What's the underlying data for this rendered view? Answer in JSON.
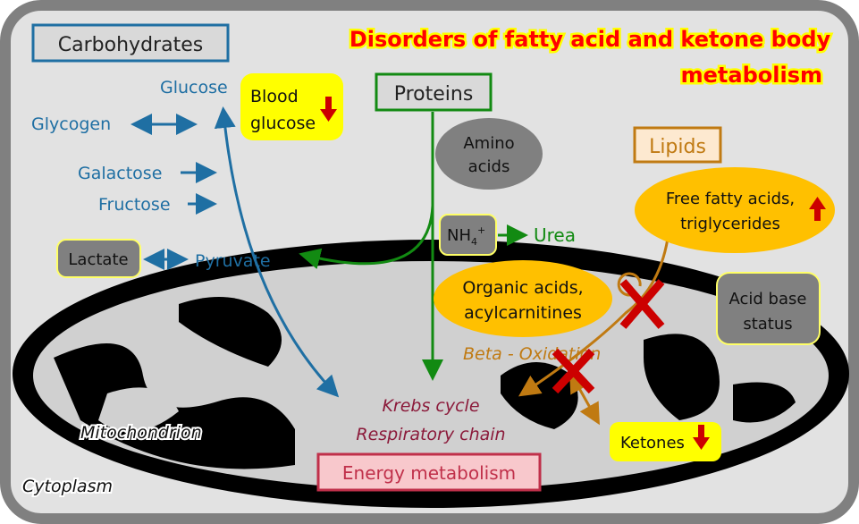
{
  "title_lines": [
    "Disorders of fatty acid and ketone body",
    "metabolism"
  ],
  "boxes": {
    "carbohydrates": "Carbohydrates",
    "proteins": "Proteins",
    "lipids": "Lipids",
    "energy": "Energy metabolism"
  },
  "carbs": {
    "glucose": "Glucose",
    "glycogen": "Glycogen",
    "galactose": "Galactose",
    "fructose": "Fructose",
    "pyruvate": "Pyruvate",
    "lactate": "Lactate"
  },
  "blood_glucose": [
    "Blood",
    "glucose"
  ],
  "amino_acids": [
    "Amino",
    "acids"
  ],
  "nh4": {
    "base": "NH",
    "sub": "4",
    "sup": "+"
  },
  "urea": "Urea",
  "ffa": [
    "Free fatty acids,",
    "triglycerides"
  ],
  "organic": [
    "Organic acids,",
    "acylcarnitines"
  ],
  "acid_base": [
    "Acid base",
    "status"
  ],
  "beta_oxidation": "Beta - Oxidation",
  "krebs": "Krebs cycle",
  "respiratory": "Respiratory chain",
  "ketones": "Ketones",
  "mitochondrion": "Mitochondrion",
  "cytoplasm": "Cytoplasm",
  "colors": {
    "frame": "#808080",
    "background": "#e2e2e2",
    "carb_blue": "#1f6fa3",
    "protein_green": "#128a12",
    "lipid_orange": "#c07a12",
    "ellipse_fill": "#ffc000",
    "highlight_yellow": "#ffff00",
    "title_red": "#ff0000",
    "block_x": "#cc0000",
    "krebs_text": "#8b1a3a"
  },
  "indicators": {
    "blood_glucose": "down",
    "ffa": "up",
    "ketones": "down"
  }
}
